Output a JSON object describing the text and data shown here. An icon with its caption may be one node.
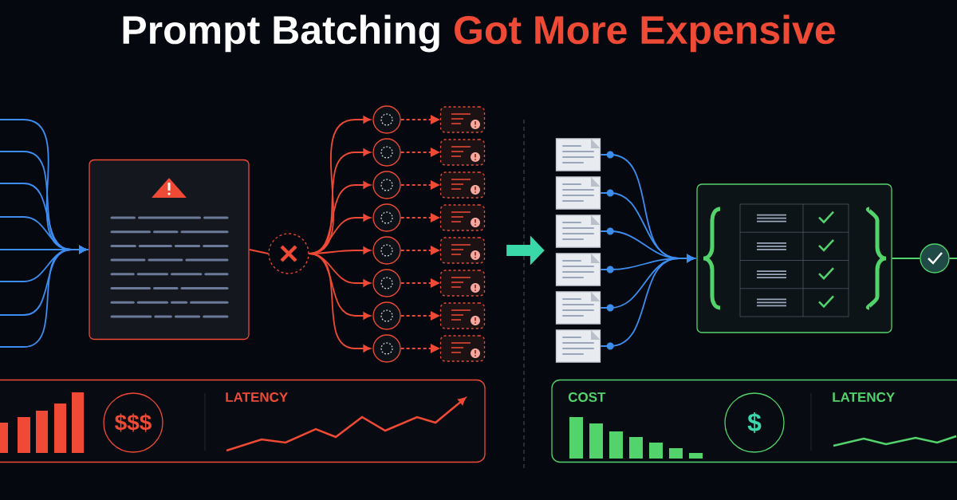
{
  "diagram": {
    "title": "Prompt Batching",
    "nodes": [
      {
        "text": [],
        "shape": "box"
      },
      {
        "text": [],
        "shape": "circle"
      },
      {
        "text": [],
        "shape": "circle"
      },
      {
        "text": [],
        "shape": "circle"
      },
      {
        "text": [],
        "shape": "circle"
      },
      {
        "text": [],
        "shape": "circle"
      },
      {
        "text": [],
        "shape": "circle"
      },
      {
        "text": [],
        "shape": "circle"
      },
      {
        "text": [],
        "shape": "circle"
      },
      {
        "text": [],
        "shape": "circle"
      },
      {
        "text": [],
        "shape": "box"
      },
      {
        "text": [],
        "shape": "box"
      },
      {
        "text": [],
        "shape": "box"
      },
      {
        "text": [],
        "shape": "box"
      },
      {
        "text": [],
        "shape": "box"
      },
      {
        "text": [],
        "shape": "box"
      },
      {
        "text": [],
        "shape": "box"
      },
      {
        "text": [],
        "shape": "box"
      },
      {
        "text": [],
        "shape": "picture"
      },
      {
        "text": [],
        "shape": "picture"
      },
      {
        "text": [],
        "shape": "picture"
      },
      {
        "text": [],
        "shape": "picture"
      },
      {
        "text": [],
        "shape": "picture"
      },
      {
        "text": [],
        "shape": "picture"
      },
      {
        "text": [],
        "shape": "box"
      },
      {
        "text": [],
        "shape": "circle"
      },
      {
        "text": [
          "LATENCY"
        ]
      },
      {
        "text": [
          "$$$"
        ],
        "in": 26
      },
      {
        "text": [
          "COST",
          "LATENCY"
        ]
      },
      {
        "text": [
          "$"
        ],
        "in": 28
      }
    ],
    "edges": [
      {
        "from": null,
        "to": 0,
        "arrow": "to",
        "color": "#3d8ef0"
      },
      {
        "from": null,
        "to": 0,
        "arrow": "to",
        "color": "#3d8ef0"
      },
      {
        "from": null,
        "to": 0,
        "arrow": "to",
        "color": "#3d8ef0"
      },
      {
        "from": null,
        "to": 0,
        "arrow": "to",
        "color": "#3d8ef0"
      },
      {
        "from": null,
        "to": 0,
        "arrow": "to",
        "color": "#3d8ef0"
      },
      {
        "from": null,
        "to": 0,
        "arrow": "to",
        "color": "#3d8ef0"
      },
      {
        "from": null,
        "to": 0,
        "arrow": "to",
        "color": "#3d8ef0"
      },
      {
        "from": null,
        "to": 0,
        "arrow": "to",
        "color": "#3d8ef0"
      },
      {
        "from": 0,
        "to": 1,
        "arrow": "none"
      },
      {
        "from": 1,
        "to": 2,
        "arrow": "to"
      },
      {
        "from": 1,
        "to": 3,
        "arrow": "to"
      },
      {
        "from": 1,
        "to": 4,
        "arrow": "to"
      },
      {
        "from": 1,
        "to": 5,
        "arrow": "to"
      },
      {
        "from": 1,
        "to": 6,
        "arrow": "to"
      },
      {
        "from": 1,
        "to": 7,
        "arrow": "to"
      },
      {
        "from": 1,
        "to": 8,
        "arrow": "to"
      },
      {
        "from": 1,
        "to": 9,
        "arrow": "to"
      },
      {
        "from": 2,
        "to": 10,
        "arrow": "to",
        "style": "dashed"
      },
      {
        "from": 3,
        "to": 11,
        "arrow": "to",
        "style": "dashed"
      },
      {
        "from": 4,
        "to": 12,
        "arrow": "to",
        "style": "dashed"
      },
      {
        "from": 5,
        "to": 13,
        "arrow": "to",
        "style": "dashed"
      },
      {
        "from": 6,
        "to": 14,
        "arrow": "to",
        "style": "dashed"
      },
      {
        "from": 7,
        "to": 15,
        "arrow": "to",
        "style": "dashed"
      },
      {
        "from": 8,
        "to": 16,
        "arrow": "to",
        "style": "dashed"
      },
      {
        "from": 9,
        "to": 17,
        "arrow": "to",
        "style": "dashed"
      },
      {
        "from": 18,
        "to": 24,
        "arrow": "to",
        "color": "#3d8ef0"
      },
      {
        "from": 19,
        "to": 24,
        "arrow": "to",
        "color": "#3d8ef0"
      },
      {
        "from": 20,
        "to": 24,
        "arrow": "to",
        "color": "#3d8ef0"
      },
      {
        "from": 21,
        "to": 24,
        "arrow": "to",
        "color": "#3d8ef0"
      },
      {
        "from": 22,
        "to": 24,
        "arrow": "to",
        "color": "#3d8ef0"
      },
      {
        "from": 23,
        "to": 24,
        "arrow": "to",
        "color": "#3d8ef0"
      },
      {
        "from": 24,
        "to": 25,
        "arrow": "none",
        "color": "#52d36b"
      },
      {
        "from": 25,
        "to": null,
        "arrow": "none",
        "color": "#52d36b"
      },
      {
        "from": 14,
        "to": 21,
        "arrow": "to",
        "style": "thick",
        "color": "#3ad8a8"
      }
    ],
    "labels": [
      "Got More Expensive"
    ]
  }
}
